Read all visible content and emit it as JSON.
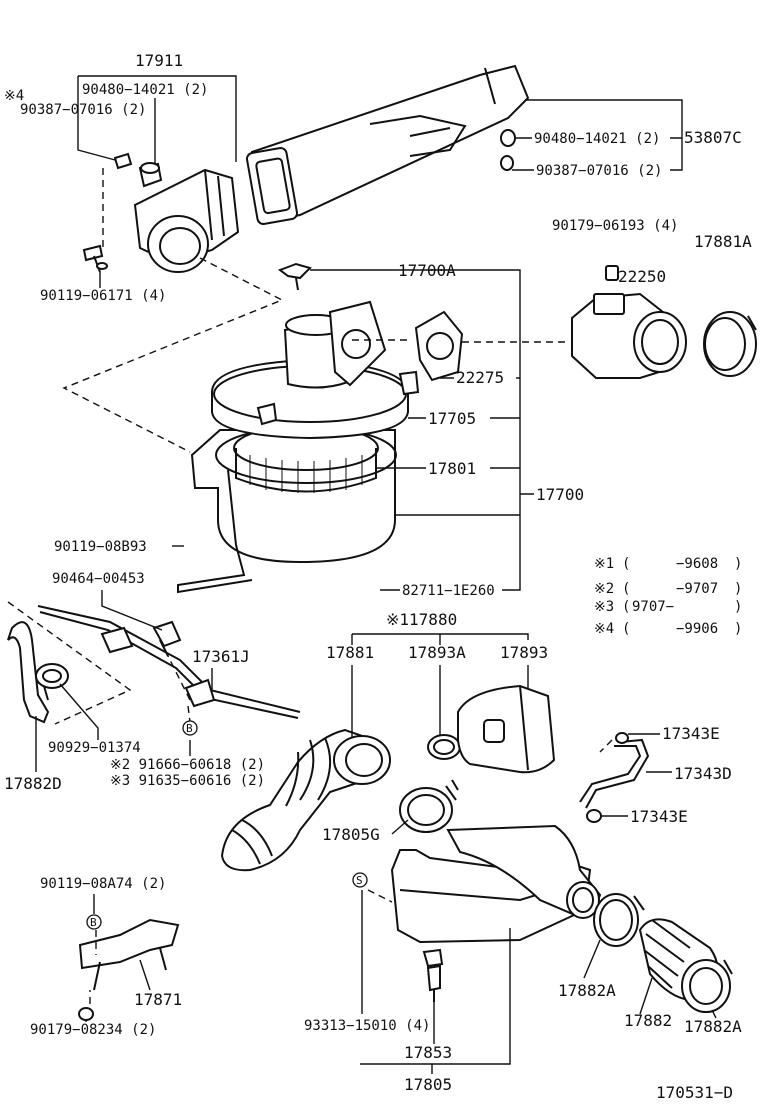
{
  "labels": {
    "p17911": "17911",
    "n4": "※4",
    "p90480a": "90480−14021 (2)",
    "p90387a": "90387−07016 (2)",
    "p90480b": "90480−14021 (2)",
    "p53807c": "53807C",
    "p90387b": "90387−07016 (2)",
    "p90179a": "90179−06193 (4)",
    "p17881a": "17881A",
    "p22250": "22250",
    "p90119a": "90119−06171 (4)",
    "p17700a": "17700A",
    "p22275": "22275",
    "p17705": "17705",
    "p17801": "17801",
    "p17700": "17700",
    "p90119b": "90119−08B93",
    "p82711": "82711−1E260",
    "p90464": "90464−00453",
    "p117880": "※117880",
    "p17881": "17881",
    "p17893a": "17893A",
    "p17893": "17893",
    "p17361j": "17361J",
    "p90929": "90929−01374",
    "p91666": "※2 91666−60618 (2)",
    "p91635": "※3 91635−60616 (2)",
    "p17882d": "17882D",
    "p17343e1": "17343E",
    "p17343d": "17343D",
    "p17343e2": "17343E",
    "p17805g": "17805G",
    "p90119c": "90119−08A74 (2)",
    "p17871": "17871",
    "p90179b": "90179−08234 (2)",
    "p17882a1": "17882A",
    "p17882": "17882",
    "p17882a2": "17882A",
    "p93313": "93313−15010 (4)",
    "p17853": "17853",
    "p17805": "17805",
    "diag_id": "170531−D",
    "marker_b1": "B",
    "marker_b2": "B",
    "marker_s": "S"
  },
  "notes": [
    {
      "mark": "※1",
      "open": "(",
      "from": "",
      "to": "−9608",
      "close": ")"
    },
    {
      "mark": "※2",
      "open": "(",
      "from": "",
      "to": "−9707",
      "close": ")"
    },
    {
      "mark": "※3",
      "open": "(",
      "from": "9707−",
      "to": "",
      "close": ")"
    },
    {
      "mark": "※4",
      "open": "(",
      "from": "",
      "to": "−9906",
      "close": ")"
    }
  ]
}
